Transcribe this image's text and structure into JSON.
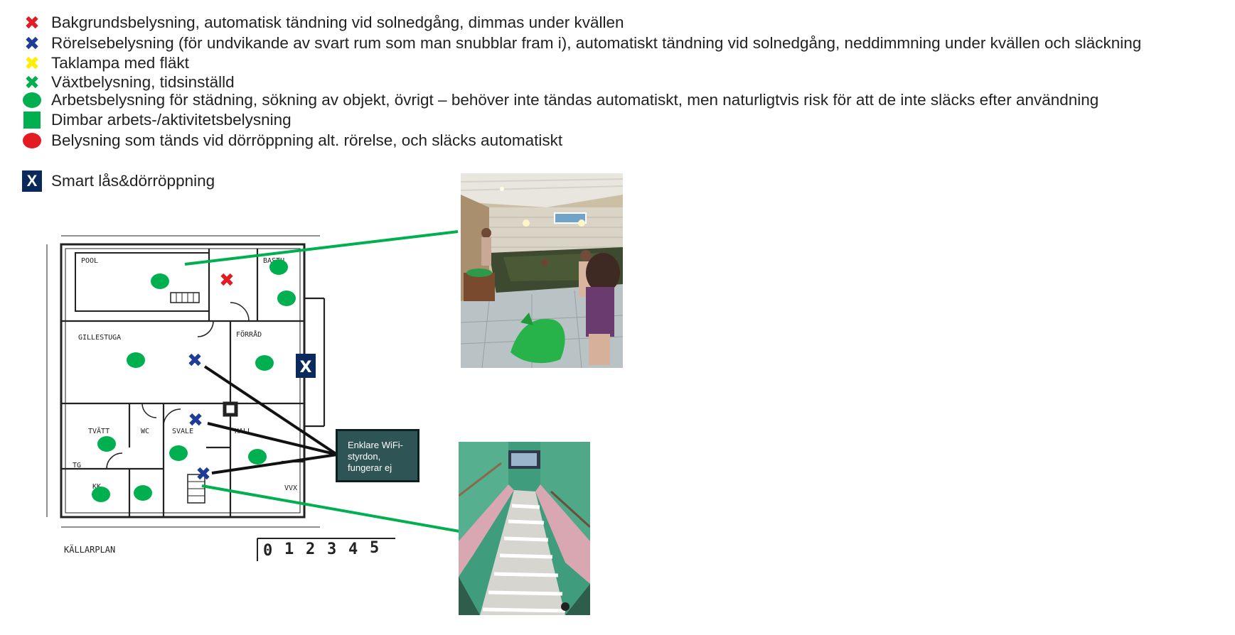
{
  "legend": {
    "items": [
      {
        "symbol": "cross-red",
        "label": "Bakgrundsbelysning, automatisk tändning vid solnedgång, dimmas under kvällen",
        "color": "#e31b23"
      },
      {
        "symbol": "cross-blue",
        "label": "Rörelsebelysning (för undvikande av svart rum som man snubblar fram i), automatiskt tändning vid solnedgång, neddimmning under kvällen och släckning",
        "color": "#1f3c99"
      },
      {
        "symbol": "cross-yellow",
        "label": "Taklampa med fläkt",
        "color": "#ffee00"
      },
      {
        "symbol": "cross-green",
        "label": "Växtbelysning, tidsinställd",
        "color": "#00b050"
      },
      {
        "symbol": "circle-green",
        "label": "Arbetsbelysning för städning, sökning av objekt, övrigt – behöver inte tändas automatiskt, men naturligtvis risk för att de inte släcks efter användning",
        "color": "#00b050"
      },
      {
        "symbol": "square-green",
        "label": "Dimbar arbets-/aktivitetsbelysning",
        "color": "#00b050"
      },
      {
        "symbol": "circle-red",
        "label": "Belysning som tänds vid dörröppning alt. rörelse,  och släcks automatiskt",
        "color": "#e31b23"
      },
      {
        "symbol": "x-box",
        "label": "Smart lås&dörröppning",
        "color": "#0b2a5c",
        "box_letter": "X"
      }
    ]
  },
  "floorplan": {
    "rooms": {
      "pool": "POOL",
      "bastu": "BASTU",
      "gillestuga": "GILLESTUGA",
      "forrad": "FÖRRÅD",
      "tvatt": "TVÄTT",
      "wc": "WC",
      "svale": "SVALE",
      "tg": "TG",
      "kk": "KK",
      "hall": "HALL",
      "vvx": "VVX"
    },
    "plan_title": "KÄLLARPLAN",
    "scale_numbers": [
      "0",
      "1",
      "2",
      "3",
      "4",
      "5"
    ],
    "smart_lock_letter": "X"
  },
  "callout": {
    "text": "Enklare WiFi-styrdon, fungerar ej"
  },
  "colors": {
    "green": "#00b050",
    "red": "#e31b23",
    "blue": "#1f3c99",
    "navy": "#0b2a5c",
    "callout_bg": "#2f5455"
  }
}
